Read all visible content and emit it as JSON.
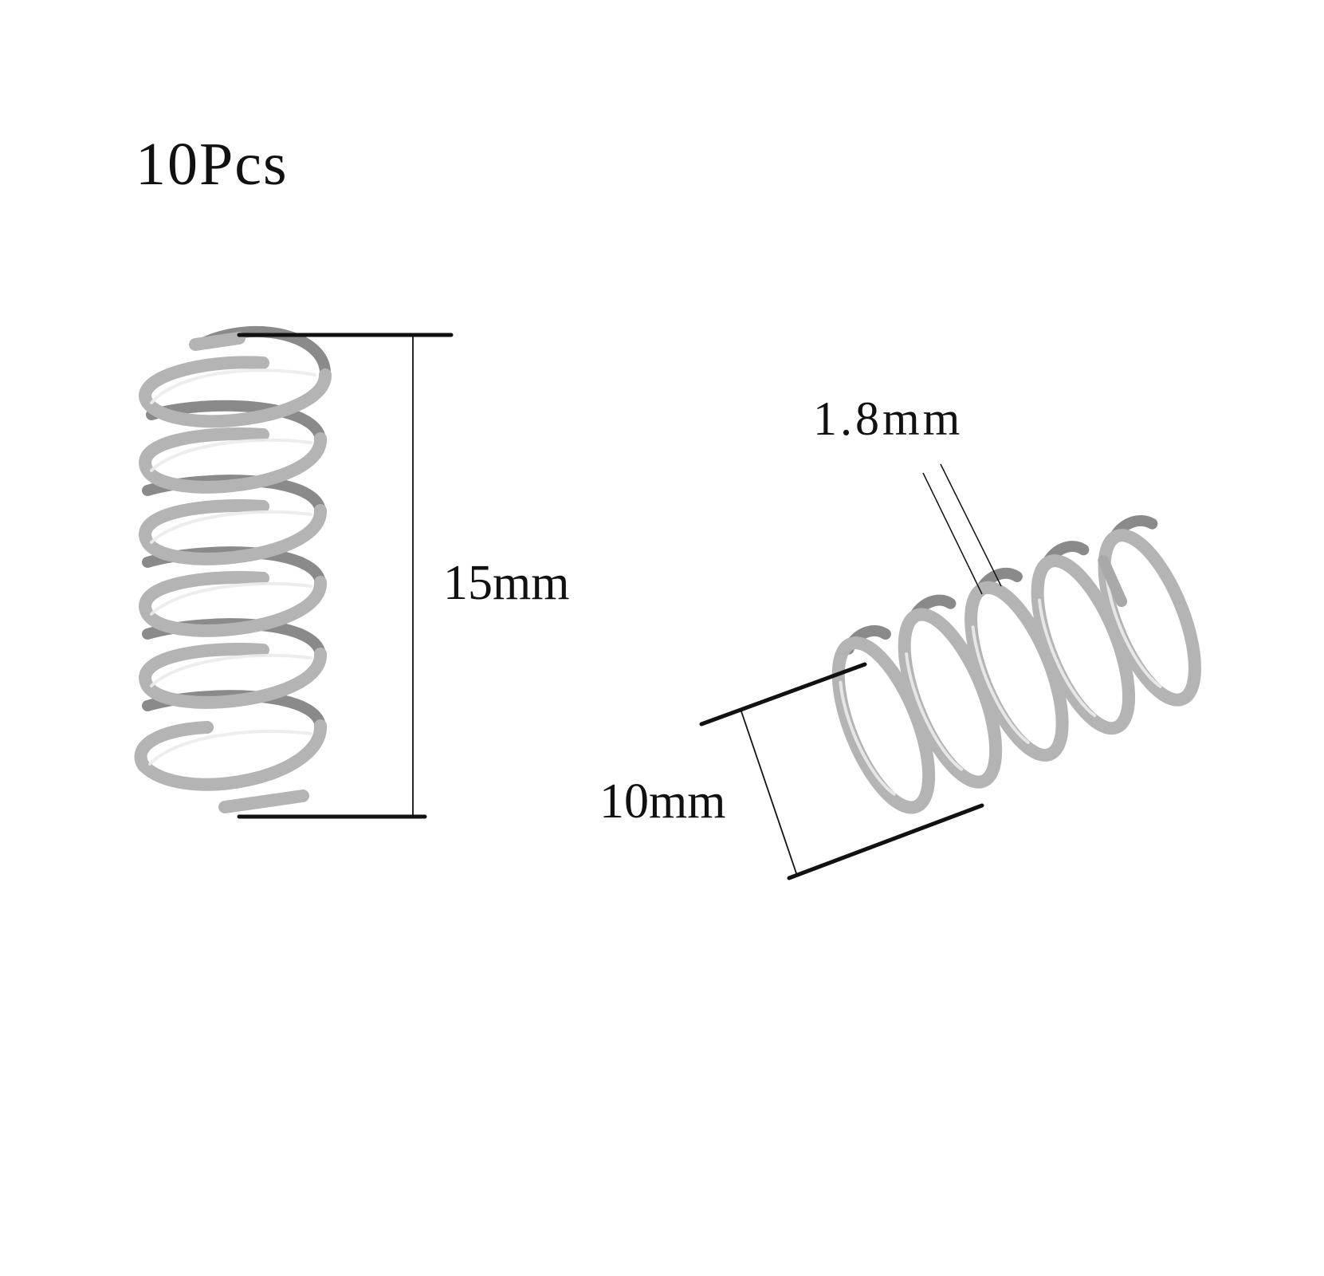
{
  "labels": {
    "quantity": "10Pcs",
    "length": "15mm",
    "wire_diameter": "1.8mm",
    "outer_diameter": "10mm"
  },
  "colors": {
    "background": "#ffffff",
    "text": "#111111",
    "dimension_line": "#111111",
    "spring_highlight": "#e6e6e6",
    "spring_body": "#a9a9a9",
    "spring_shadow": "#7d7d7d"
  },
  "springs": [
    {
      "name": "vertical-spring",
      "turns": 6
    },
    {
      "name": "angled-spring",
      "turns": 5
    }
  ]
}
